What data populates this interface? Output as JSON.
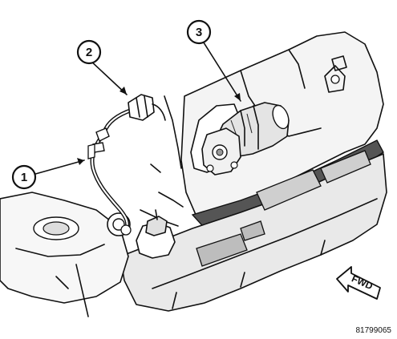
{
  "callouts": [
    {
      "label": "1"
    },
    {
      "label": "2"
    },
    {
      "label": "3"
    }
  ],
  "direction_label": "FWD",
  "figure_reference": "81799065",
  "icons": {
    "direction_arrow": "fwd-arrow-icon"
  }
}
